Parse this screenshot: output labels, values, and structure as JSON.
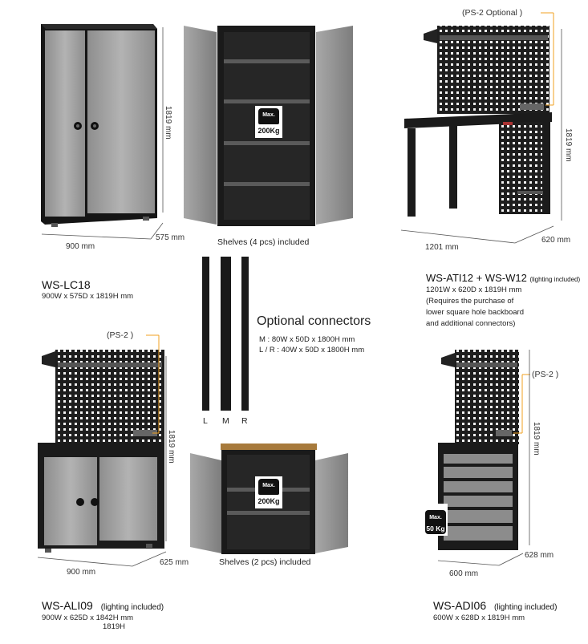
{
  "lc18": {
    "height": "1819 mm",
    "width": "900 mm",
    "depth": "575 mm",
    "model": "WS-LC18",
    "spec": "900W x 575D x 1819H mm"
  },
  "shelves4": {
    "caption": "Shelves (4 pcs) included",
    "badge_top": "Max.",
    "badge_bottom": "200Kg"
  },
  "ati12": {
    "callout": "(PS-2 Optional )",
    "height": "1819 mm",
    "width": "1201 mm",
    "depth": "620 mm",
    "model": "WS-ATI12 + WS-W12",
    "model_note": "(lighting included)",
    "spec": "1201W x 620D x 1819H mm",
    "note_line1": "(Requires the purchase of",
    "note_line2": "lower square hole backboard",
    "note_line3": "and additional connectors)"
  },
  "connectors": {
    "title": "Optional connectors",
    "spec_m": "M : 80W x 50D x 1800H mm",
    "spec_lr": "L / R : 40W x 50D x 1800H mm",
    "label_l": "L",
    "label_m": "M",
    "label_r": "R"
  },
  "ali09": {
    "callout": "(PS-2 )",
    "height": "1819 mm",
    "width": "900 mm",
    "depth": "625 mm",
    "model": "WS-ALI09",
    "model_note": "(lighting included)",
    "spec": "900W x 625D x 1842H mm",
    "spec2": "1819H"
  },
  "shelves2": {
    "caption": "Shelves (2 pcs) included",
    "badge_top": "Max.",
    "badge_bottom": "200Kg"
  },
  "adi06": {
    "callout": "(PS-2 )",
    "height": "1819 mm",
    "width": "600 mm",
    "depth": "628 mm",
    "model": "WS-ADI06",
    "model_note": "(lighting included)",
    "spec": "600W x 628D x 1819H mm",
    "badge_top": "Max.",
    "badge_bottom": "50 Kg"
  },
  "colors": {
    "cabinet_body": "#1c1c1c",
    "door_gray": "#9b9b9b",
    "callout_orange": "#f0a020"
  }
}
